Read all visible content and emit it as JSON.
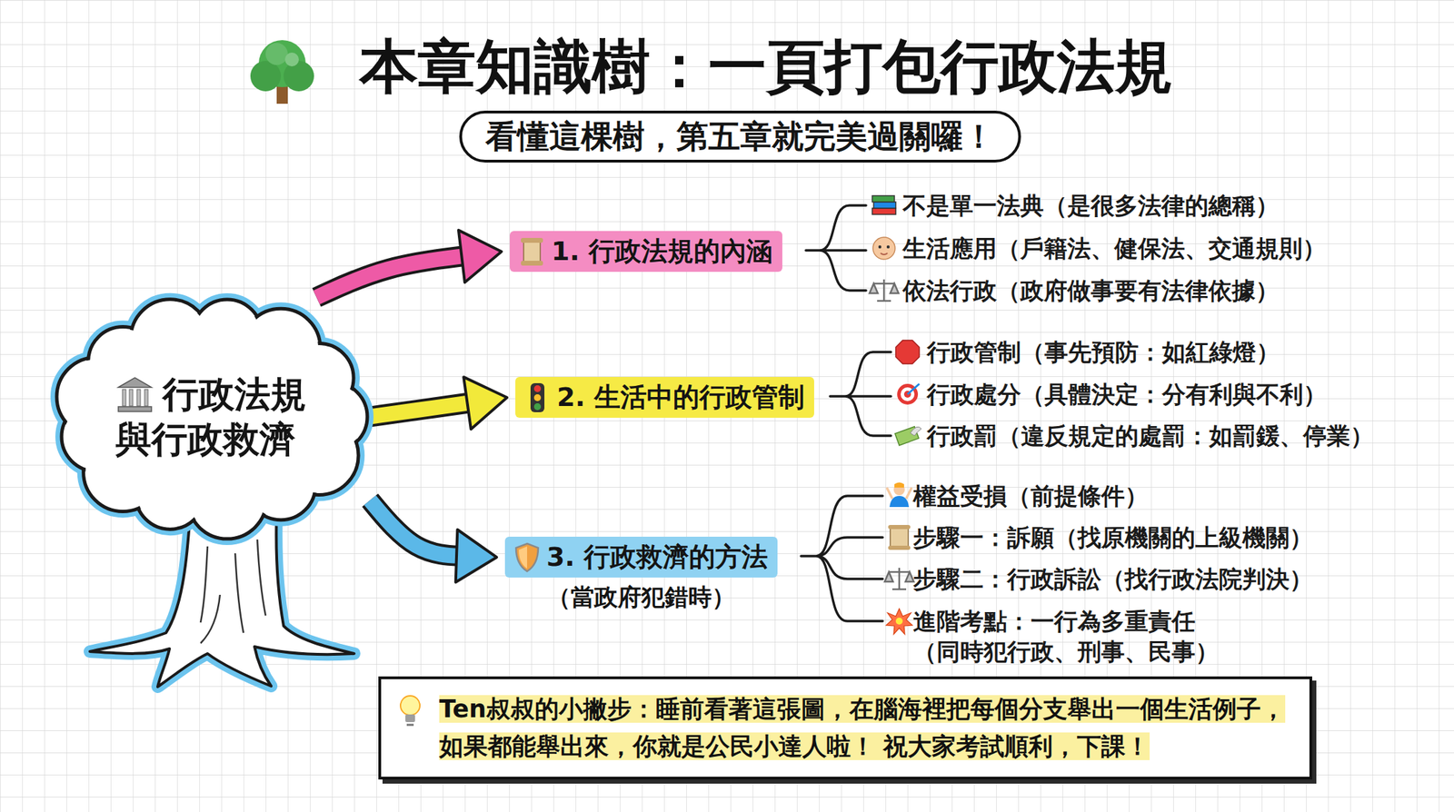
{
  "diagram": {
    "title": "本章知識樹：一頁打包行政法規",
    "nodes": [
      {
        "text": [
          "看懂這棵樹，第五章就完美過關囉！"
        ]
      },
      {
        "text": [
          "行政法規 與行政救濟"
        ]
      },
      {
        "text": [
          "1. 行政法規的內涵"
        ]
      },
      {
        "text": [
          "2. 生活中的行政管制"
        ]
      },
      {
        "text": [
          "3. 行政救濟的方法",
          "（當政府犯錯時）"
        ]
      },
      {
        "text": [
          "Ten叔叔的小撇步：睡前看著這張圖，在腦海裡把每個分支舉出一個生活例子， 如果都能舉出來，你就是公民小達人啦！ 祝大家考試順利，下課！"
        ]
      }
    ],
    "edges": [
      {
        "from": 1,
        "to": 2,
        "arrow": "to"
      },
      {
        "from": 1,
        "to": 3,
        "arrow": "to"
      },
      {
        "from": 1,
        "to": 4,
        "arrow": "to"
      }
    ],
    "labels": [
      "不是單一法典（是很多法律的總稱）",
      "生活應用（戶籍法、健保法、交通規則）",
      "依法行政（政府做事要有法律依據）",
      "行政管制（事先預防：如紅綠燈）",
      "行政處分（具體決定：分有利與不利）",
      "行政罰（違反規定的處罰：如罰鍰、停業）",
      "權益受損（前提條件）",
      "步驟一：訴願（找原機關的上級機關）",
      "步驟二：行政訴訟（找行政法院判決）",
      "進階考點：一行為多重責任 （同時犯行政、刑事、民事）"
    ]
  }
}
